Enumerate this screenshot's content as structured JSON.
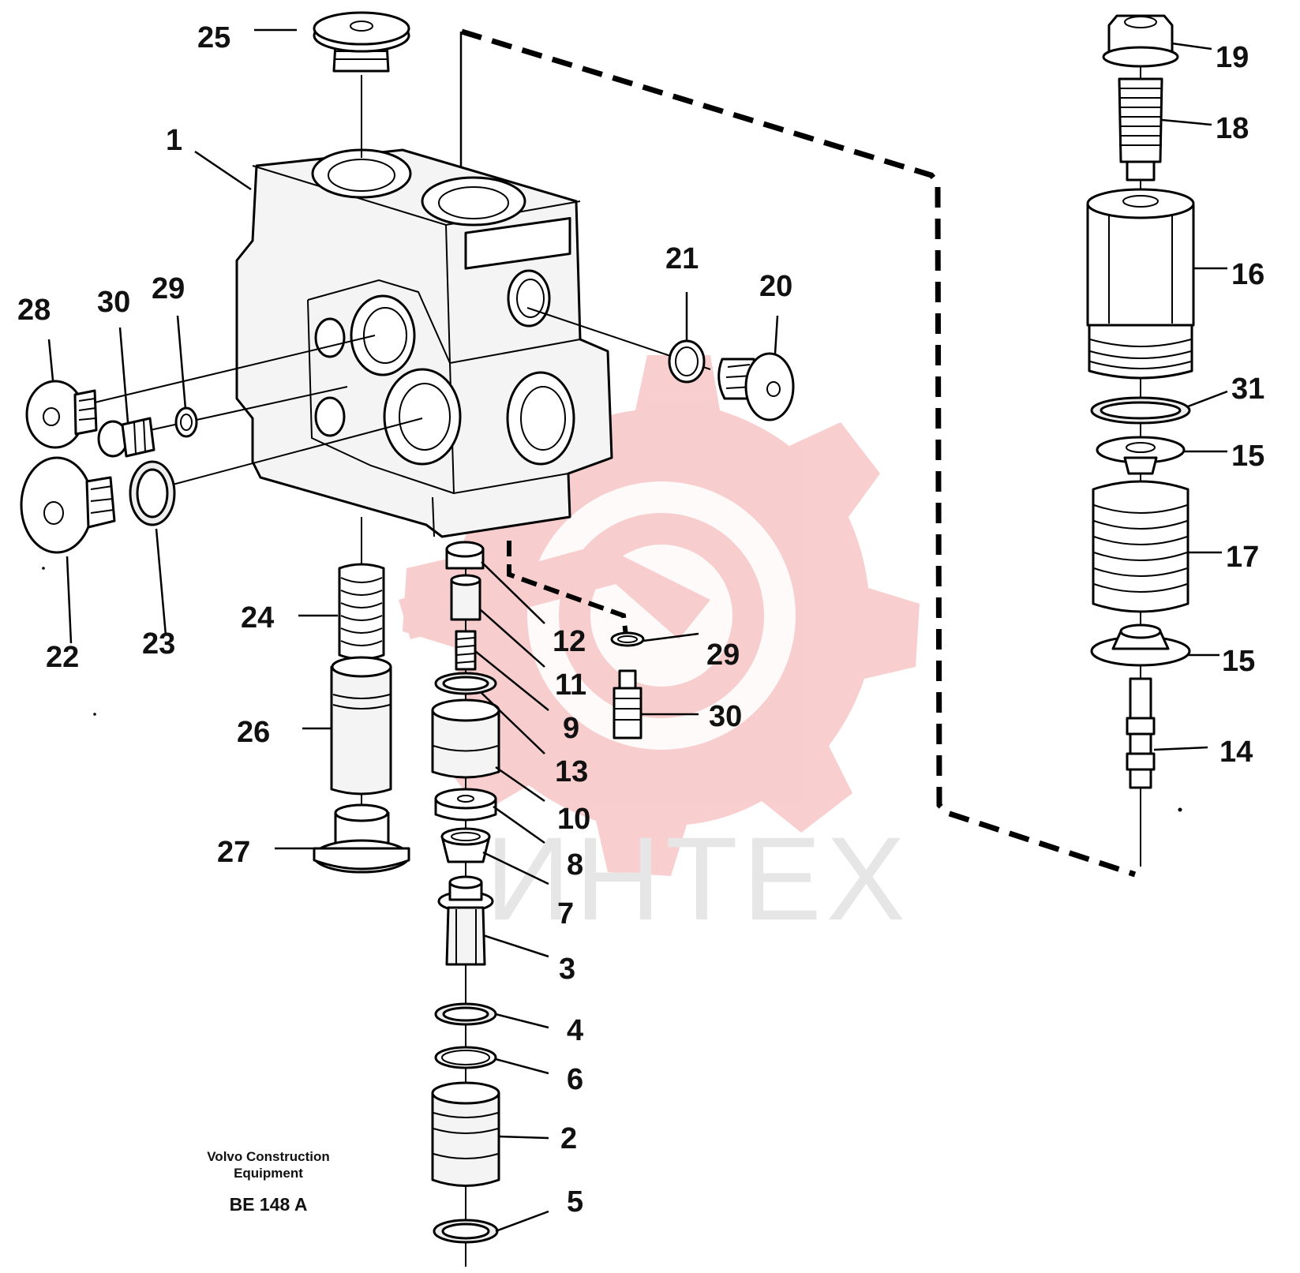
{
  "diagram": {
    "part_labels": [
      {
        "id": "p25",
        "text": "25"
      },
      {
        "id": "p1",
        "text": "1"
      },
      {
        "id": "p28",
        "text": "28"
      },
      {
        "id": "p30a",
        "text": "30"
      },
      {
        "id": "p29a",
        "text": "29"
      },
      {
        "id": "p22",
        "text": "22"
      },
      {
        "id": "p23",
        "text": "23"
      },
      {
        "id": "p24",
        "text": "24"
      },
      {
        "id": "p26",
        "text": "26"
      },
      {
        "id": "p27",
        "text": "27"
      },
      {
        "id": "p12",
        "text": "12"
      },
      {
        "id": "p11",
        "text": "11"
      },
      {
        "id": "p9",
        "text": "9"
      },
      {
        "id": "p13",
        "text": "13"
      },
      {
        "id": "p10",
        "text": "10"
      },
      {
        "id": "p8",
        "text": "8"
      },
      {
        "id": "p7",
        "text": "7"
      },
      {
        "id": "p3",
        "text": "3"
      },
      {
        "id": "p4",
        "text": "4"
      },
      {
        "id": "p6",
        "text": "6"
      },
      {
        "id": "p2",
        "text": "2"
      },
      {
        "id": "p5",
        "text": "5"
      },
      {
        "id": "p21",
        "text": "21"
      },
      {
        "id": "p20",
        "text": "20"
      },
      {
        "id": "p29b",
        "text": "29"
      },
      {
        "id": "p30b",
        "text": "30"
      },
      {
        "id": "p19",
        "text": "19"
      },
      {
        "id": "p18",
        "text": "18"
      },
      {
        "id": "p16",
        "text": "16"
      },
      {
        "id": "p31",
        "text": "31"
      },
      {
        "id": "p15a",
        "text": "15"
      },
      {
        "id": "p17",
        "text": "17"
      },
      {
        "id": "p15b",
        "text": "15"
      },
      {
        "id": "p14",
        "text": "14"
      }
    ],
    "watermark_text": "ИНТЕХ",
    "caption": {
      "manufacturer_line1": "Volvo Construction",
      "manufacturer_line2": "Equipment",
      "drawing_code": "BE 148 A"
    },
    "colors": {
      "ink": "#000000",
      "background": "#ffffff",
      "watermark_gear": "#f7c8c8",
      "watermark_text": "#e6e6e6"
    }
  }
}
